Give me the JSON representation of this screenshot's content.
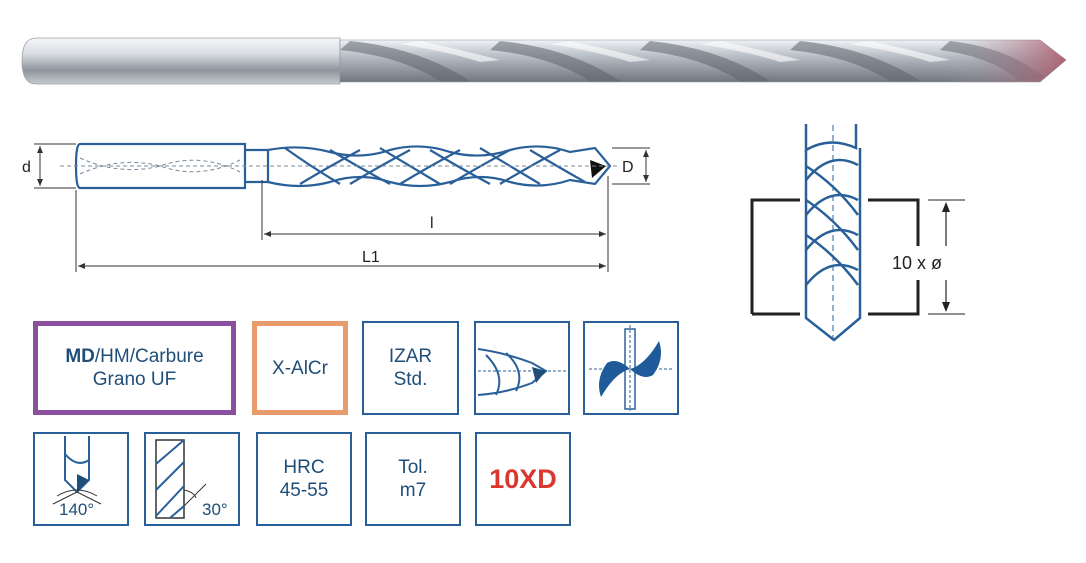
{
  "diagram": {
    "dim_d": "d",
    "dim_D": "D",
    "dim_l": "l",
    "dim_L1": "L1",
    "depth_label": "10 x ø"
  },
  "boxes": {
    "material": {
      "bold": "MD",
      "rest": "/HM/Carbure",
      "line2": "Grano UF"
    },
    "coating": "X-AlCr",
    "brand_line1": "IZAR",
    "brand_line2": "Std.",
    "hardness_line1": "HRC",
    "hardness_line2": "45-55",
    "tolerance_line1": "Tol.",
    "tolerance_line2": "m7",
    "ratio": "10XD",
    "point_angle": "140°",
    "helix_angle": "30°"
  },
  "colors": {
    "outline_blue": "#2a6099",
    "text_blue": "#1f4e79",
    "material_border": "#8b4fa0",
    "coating_border": "#e89a6a",
    "ratio_red": "#d9382e"
  }
}
